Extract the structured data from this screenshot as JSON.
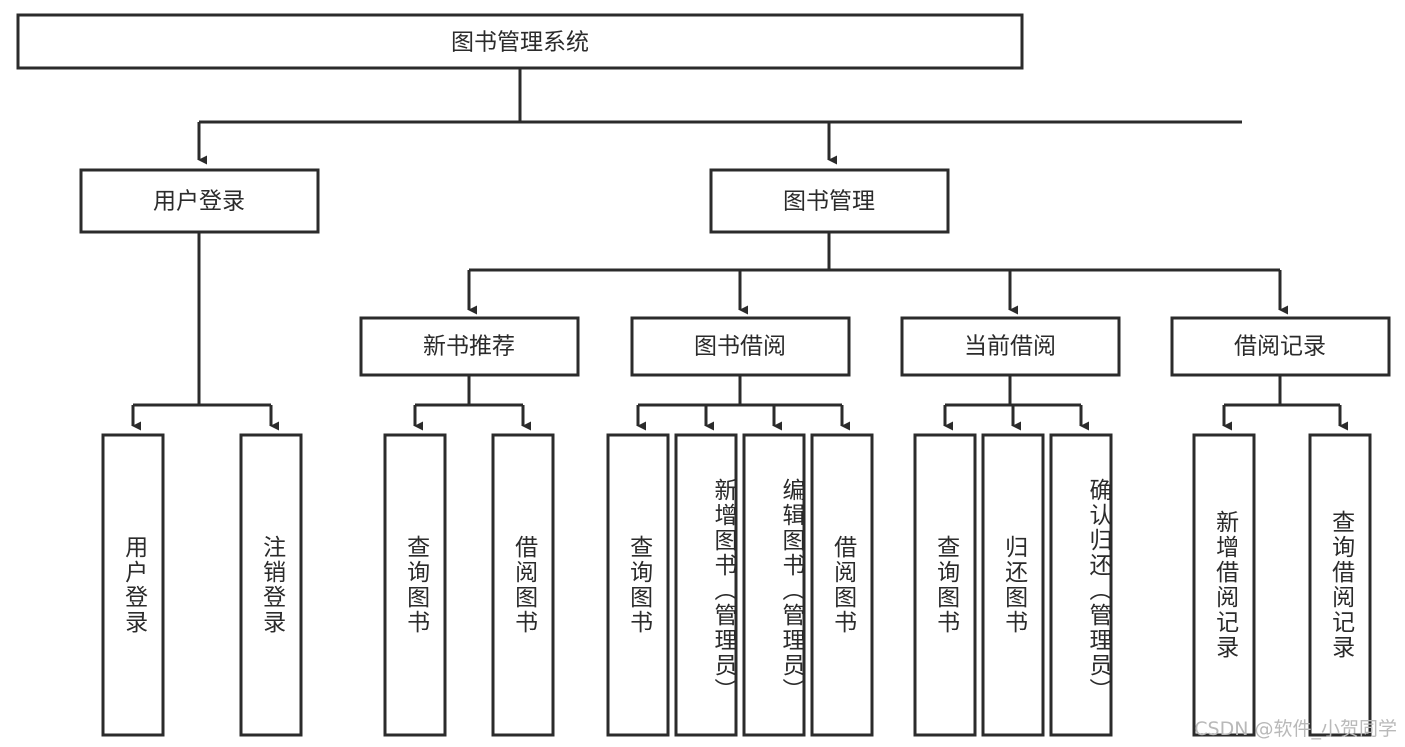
{
  "diagram": {
    "title": "图书管理系统",
    "type": "tree",
    "orientation": "top-down",
    "colors": {
      "stroke": "#2b2b2b",
      "fill": "#ffffff",
      "text": "#2b2b2b",
      "background": "#ffffff",
      "watermark": "#b9b9b9"
    },
    "levels": {
      "root": {
        "label": "图书管理系统"
      },
      "level2": [
        {
          "id": "user-login",
          "label": "用户登录"
        },
        {
          "id": "book-manage",
          "label": "图书管理"
        }
      ],
      "level3": [
        {
          "id": "new-book-recommend",
          "label": "新书推荐",
          "parent": "book-manage"
        },
        {
          "id": "book-borrow",
          "label": "图书借阅",
          "parent": "book-manage"
        },
        {
          "id": "current-borrow",
          "label": "当前借阅",
          "parent": "book-manage"
        },
        {
          "id": "borrow-record",
          "label": "借阅记录",
          "parent": "book-manage"
        }
      ],
      "leaves": [
        {
          "id": "leaf-user-login",
          "label": "用户登录",
          "parent": "user-login"
        },
        {
          "id": "leaf-user-logout",
          "label": "注销登录",
          "parent": "user-login"
        },
        {
          "id": "leaf-query-book-1",
          "label": "查询图书",
          "parent": "new-book-recommend"
        },
        {
          "id": "leaf-borrow-book-1",
          "label": "借阅图书",
          "parent": "new-book-recommend"
        },
        {
          "id": "leaf-query-book-2",
          "label": "查询图书",
          "parent": "book-borrow"
        },
        {
          "id": "leaf-add-book",
          "label": "新增图书（管理员）",
          "parent": "book-borrow"
        },
        {
          "id": "leaf-edit-book",
          "label": "编辑图书（管理员）",
          "parent": "book-borrow"
        },
        {
          "id": "leaf-borrow-book-2",
          "label": "借阅图书",
          "parent": "book-borrow"
        },
        {
          "id": "leaf-query-book-3",
          "label": "查询图书",
          "parent": "current-borrow"
        },
        {
          "id": "leaf-return-book",
          "label": "归还图书",
          "parent": "current-borrow"
        },
        {
          "id": "leaf-confirm-return",
          "label": "确认归还（管理员）",
          "parent": "current-borrow"
        },
        {
          "id": "leaf-add-record",
          "label": "新增借阅记录",
          "parent": "borrow-record"
        },
        {
          "id": "leaf-query-record",
          "label": "查询借阅记录",
          "parent": "borrow-record"
        }
      ]
    }
  },
  "watermark": {
    "text": "CSDN @软件_小贺同学"
  }
}
